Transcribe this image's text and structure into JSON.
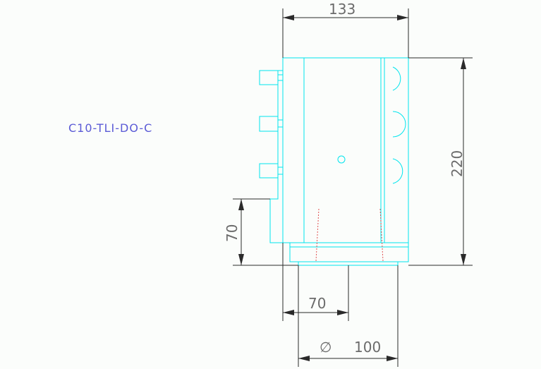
{
  "drawing": {
    "part_code": "C10-TLI-DO-C",
    "dimensions": {
      "top_width": "133",
      "height": "220",
      "left_height": "70",
      "bottom_width": "70",
      "diameter_symbol": "∅",
      "diameter": "100"
    }
  },
  "colors": {
    "outline": "#00e5ee",
    "dimension": "#2a2a2a",
    "dim_text": "#6b6b6b",
    "label": "#5b5bd6",
    "hidden": "#e05050"
  }
}
